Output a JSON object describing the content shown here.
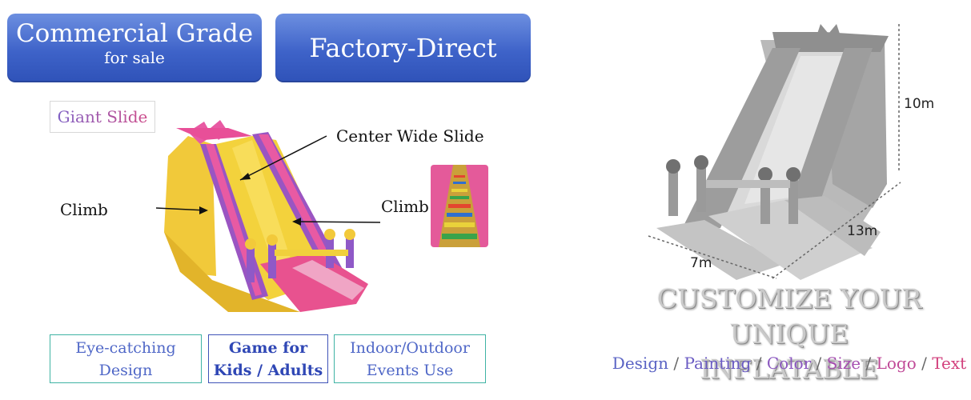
{
  "badges": {
    "commercial": {
      "line1": "Commercial Grade",
      "line2": "for sale"
    },
    "factory": {
      "label": "Factory-Direct"
    }
  },
  "left": {
    "giant_label": "Giant Slide",
    "callouts": {
      "center": "Center Wide Slide",
      "climb_left": "Climb",
      "climb_right": "Climb"
    },
    "features": [
      {
        "line1": "Eye-catching",
        "line2": "Design"
      },
      {
        "line1": "Game for",
        "line2": "Kids / Adults"
      },
      {
        "line1": "Indoor/Outdoor",
        "line2": "Events Use"
      }
    ]
  },
  "right": {
    "dimensions": {
      "height": "10m",
      "length": "13m",
      "width": "7m"
    },
    "customize": {
      "line1": "CUSTOMIZE YOUR UNIQUE",
      "line2": "INFLATABLE"
    },
    "options": [
      {
        "label": "Design",
        "color": "#5a63c4"
      },
      {
        "label": "Painting",
        "color": "#6a5bc3"
      },
      {
        "label": "Color",
        "color": "#8b58c0"
      },
      {
        "label": "Size",
        "color": "#a650b0"
      },
      {
        "label": "Logo",
        "color": "#c04a98"
      },
      {
        "label": "Text",
        "color": "#d23f7c"
      }
    ],
    "separator": "/"
  }
}
